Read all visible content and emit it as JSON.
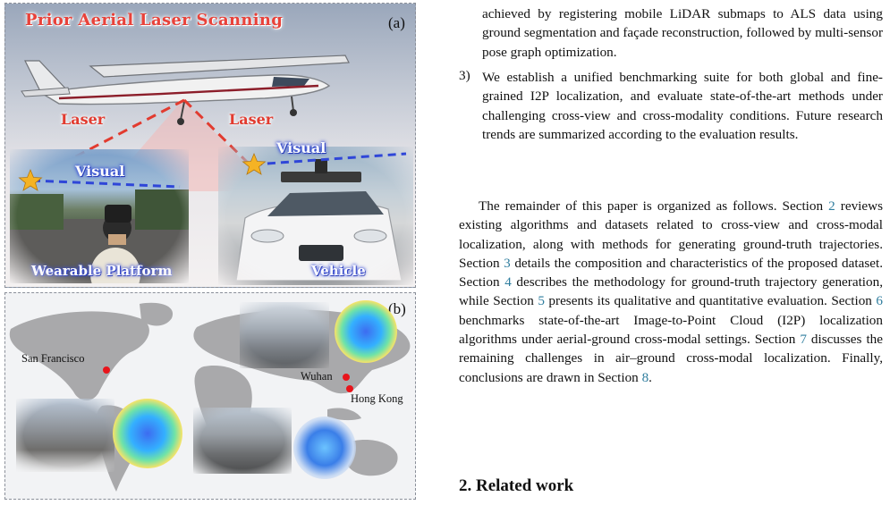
{
  "figure": {
    "panel_a": {
      "title": "Prior Aerial Laser Scanning",
      "tag": "(a)",
      "laser_left": "Laser",
      "laser_right": "Laser",
      "visual_left": "Visual",
      "visual_right": "Visual",
      "label_wearable": "Wearable Platform",
      "label_vehicle": "Vehicle",
      "colors": {
        "laser": "#e23b2f",
        "visual": "#2f46d8",
        "star": "#f5b324"
      }
    },
    "panel_b": {
      "tag": "(b)",
      "city_sf": "San Francisco",
      "city_wuhan": "Wuhan",
      "city_hk": "Hong Kong",
      "colors": {
        "marker": "#e8141b",
        "land": "#a9a9ab"
      }
    }
  },
  "text": {
    "cont_item": "achieved by registering mobile LiDAR submaps to ALS data using ground segmentation and façade reconstruction, followed by multi-sensor pose graph optimization.",
    "item3_num": "3)",
    "item3": "We establish a unified benchmarking suite for both global and fine-grained I2P localization, and evaluate state-of-the-art methods under challenging cross-view and cross-modality conditions. Future research trends are summarized according to the evaluation results.",
    "para": {
      "p1": "The remainder of this paper is organized as follows. Section ",
      "s2": "2",
      "p2": " reviews existing algorithms and datasets related to cross-view and cross-modal localization, along with methods for generating ground-truth trajectories. Section ",
      "s3": "3",
      "p3": " details the composition and characteristics of the proposed dataset. Section ",
      "s4": "4",
      "p4": " describes the methodology for ground-truth trajectory generation, while Section ",
      "s5": "5",
      "p5": " presents its qualitative and quantitative evaluation. Section ",
      "s6": "6",
      "p6": " benchmarks state-of-the-art Image-to-Point Cloud (I2P) localization algorithms under aerial-ground cross-modal settings. Section ",
      "s7": "7",
      "p7": " discusses the remaining challenges in air–ground cross-modal localization. Finally, conclusions are drawn in Section ",
      "s8": "8",
      "p8": "."
    },
    "heading": "2.  Related work",
    "colors": {
      "link": "#2e7d9e"
    }
  }
}
